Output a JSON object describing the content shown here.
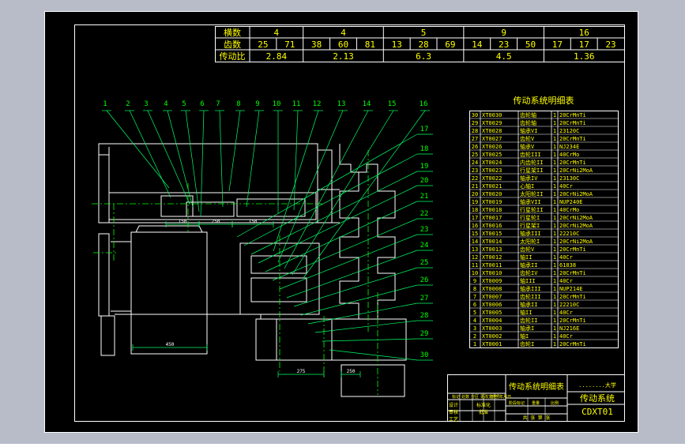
{
  "colors": {
    "background": "#ffffff",
    "frame": "#c0c4d0",
    "sheet": "#000000",
    "line": "#ffffff",
    "text_green": "#00ff00",
    "text_yellow": "#ffff00",
    "leader": "#00ff66"
  },
  "ratio_table": {
    "row_headers": [
      "横数",
      "齿数",
      "传动比"
    ],
    "groups": [
      {
        "mod": "4",
        "teeth": [
          "25",
          "71"
        ],
        "ratio": "2.84"
      },
      {
        "mod": "4",
        "teeth": [
          "38",
          "60",
          "81"
        ],
        "ratio": "2.13"
      },
      {
        "mod": "5",
        "teeth": [
          "13",
          "28",
          "69"
        ],
        "ratio": "6.3"
      },
      {
        "mod": "9",
        "teeth": [
          "14",
          "23",
          "50"
        ],
        "ratio": "4.5"
      },
      {
        "mod": "16",
        "teeth": [
          "17",
          "17",
          "23"
        ],
        "ratio": "1.36"
      }
    ]
  },
  "callouts_top": [
    "1",
    "2",
    "3",
    "4",
    "5",
    "6",
    "7",
    "8",
    "9",
    "10",
    "11",
    "12",
    "13",
    "14",
    "15",
    "16"
  ],
  "callouts_right": [
    "17",
    "18",
    "19",
    "20",
    "21",
    "22",
    "23",
    "24",
    "25",
    "26",
    "27",
    "28",
    "29",
    "30"
  ],
  "dimensions": [
    "150",
    "250",
    "150",
    "450",
    "275",
    "250"
  ],
  "parts_list": {
    "title": "传动系统明细表",
    "rows": [
      {
        "no": "30",
        "code": "XT0030",
        "name": "齿轮轴",
        "qty": "1",
        "material": "20CrMnTi"
      },
      {
        "no": "29",
        "code": "XT0029",
        "name": "齿轮轴",
        "qty": "1",
        "material": "20CrMnTi"
      },
      {
        "no": "28",
        "code": "XT0028",
        "name": "轴承VI",
        "qty": "1",
        "material": "23120C"
      },
      {
        "no": "27",
        "code": "XT0027",
        "name": "齿轮V",
        "qty": "1",
        "material": "20CrMnTi"
      },
      {
        "no": "26",
        "code": "XT0026",
        "name": "轴承V",
        "qty": "1",
        "material": "NJ234E"
      },
      {
        "no": "25",
        "code": "XT0025",
        "name": "齿轮III",
        "qty": "1",
        "material": "40CrMo"
      },
      {
        "no": "24",
        "code": "XT0024",
        "name": "内齿轮II",
        "qty": "1",
        "material": "20CrMnTi"
      },
      {
        "no": "23",
        "code": "XT0023",
        "name": "行星架II",
        "qty": "1",
        "material": "20CrNi2MoA"
      },
      {
        "no": "22",
        "code": "XT0022",
        "name": "轴承IV",
        "qty": "1",
        "material": "23130C"
      },
      {
        "no": "21",
        "code": "XT0021",
        "name": "心轴I",
        "qty": "1",
        "material": "40Cr"
      },
      {
        "no": "20",
        "code": "XT0020",
        "name": "太阳轮II",
        "qty": "1",
        "material": "20CrNi2MoA"
      },
      {
        "no": "19",
        "code": "XT0019",
        "name": "轴承VII",
        "qty": "1",
        "material": "NUP240E"
      },
      {
        "no": "18",
        "code": "XT0018",
        "name": "行星轮II",
        "qty": "1",
        "material": "40CrMo"
      },
      {
        "no": "17",
        "code": "XT0017",
        "name": "行星轮I",
        "qty": "1",
        "material": "20CrNi2MoA"
      },
      {
        "no": "16",
        "code": "XT0016",
        "name": "行星架I",
        "qty": "1",
        "material": "20CrNi2MoA"
      },
      {
        "no": "15",
        "code": "XT0015",
        "name": "轴承III",
        "qty": "1",
        "material": "22210C"
      },
      {
        "no": "14",
        "code": "XT0014",
        "name": "太阳轮I",
        "qty": "1",
        "material": "20CrNi2MoA"
      },
      {
        "no": "13",
        "code": "XT0013",
        "name": "齿轮V",
        "qty": "1",
        "material": "20CrMnTi"
      },
      {
        "no": "12",
        "code": "XT0012",
        "name": "轴II",
        "qty": "1",
        "material": "40Cr"
      },
      {
        "no": "11",
        "code": "XT0011",
        "name": "轴承II",
        "qty": "1",
        "material": "61838"
      },
      {
        "no": "10",
        "code": "XT0010",
        "name": "齿轮IV",
        "qty": "1",
        "material": "20CrMnTi"
      },
      {
        "no": "9",
        "code": "XT0009",
        "name": "轴III",
        "qty": "1",
        "material": "40Cr"
      },
      {
        "no": "8",
        "code": "XT0008",
        "name": "轴承III",
        "qty": "1",
        "material": "NUP214E"
      },
      {
        "no": "7",
        "code": "XT0007",
        "name": "齿轮III",
        "qty": "1",
        "material": "20CrMnTi"
      },
      {
        "no": "6",
        "code": "XT0006",
        "name": "轴承II",
        "qty": "1",
        "material": "22210C"
      },
      {
        "no": "5",
        "code": "XT0005",
        "name": "轴II",
        "qty": "1",
        "material": "40Cr"
      },
      {
        "no": "4",
        "code": "XT0004",
        "name": "齿轮II",
        "qty": "1",
        "material": "20CrMnTi"
      },
      {
        "no": "3",
        "code": "XT0003",
        "name": "轴承I",
        "qty": "1",
        "material": "NJ216E"
      },
      {
        "no": "2",
        "code": "XT0002",
        "name": "轴I",
        "qty": "1",
        "material": "40Cr"
      },
      {
        "no": "1",
        "code": "XT0001",
        "name": "齿轮I",
        "qty": "1",
        "material": "20CrMnTi"
      }
    ]
  },
  "title_block": {
    "school": "........大学",
    "drawing_name": "传动系统明细表",
    "assembly_name": "传动系统",
    "code": "CDXT01",
    "row1": [
      "标记",
      "处数",
      "分区",
      "更改文件号",
      "签名",
      "年月日"
    ],
    "left_labels": [
      "设计",
      "审核",
      "工艺"
    ],
    "mid_labels": [
      "阶段标记",
      "重量",
      "比例"
    ],
    "std": [
      "标准化",
      "批准"
    ],
    "sheets": "共 张 第 张"
  }
}
